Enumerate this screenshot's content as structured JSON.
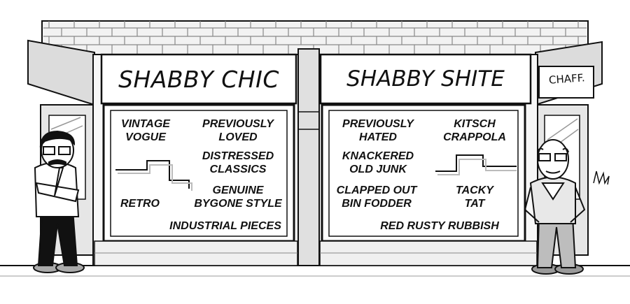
{
  "left_shop": {
    "sign": "SHABBY CHIC",
    "labels": [
      {
        "id": "vintage-vogue",
        "lines": [
          "VINTAGE",
          "VOGUE"
        ]
      },
      {
        "id": "previously-loved",
        "lines": [
          "PREVIOUSLY",
          "LOVED"
        ]
      },
      {
        "id": "distressed-classics",
        "lines": [
          "DISTRESSED",
          "CLASSICS"
        ]
      },
      {
        "id": "genuine-bygone-style",
        "lines": [
          "GENUINE",
          "BYGONE STYLE"
        ]
      },
      {
        "id": "retro",
        "lines": [
          "RETRO"
        ]
      },
      {
        "id": "industrial-pieces",
        "lines": [
          "INDUSTRIAL PIECES"
        ]
      }
    ]
  },
  "right_shop": {
    "sign": "SHABBY SHITE",
    "labels": [
      {
        "id": "previously-hated",
        "lines": [
          "PREVIOUSLY",
          "HATED"
        ]
      },
      {
        "id": "kitsch-crappola",
        "lines": [
          "KITSCH",
          "CRAPPOLA"
        ]
      },
      {
        "id": "knackered-old-junk",
        "lines": [
          "KNACKERED",
          "OLD JUNK"
        ]
      },
      {
        "id": "clapped-out-bin-fodder",
        "lines": [
          "CLAPPED OUT",
          "BIN FODDER"
        ]
      },
      {
        "id": "tacky-tat",
        "lines": [
          "TACKY",
          "TAT"
        ]
      },
      {
        "id": "red-rusty-rubbish",
        "lines": [
          "RED RUSTY RUBBISH"
        ]
      }
    ]
  },
  "side_sign": "CHAFF.",
  "colors": {
    "ink": "#111111",
    "shadow_gray": "#bdbdbd",
    "wall_gray": "#e2e2e2",
    "skin": "#ffffff"
  }
}
